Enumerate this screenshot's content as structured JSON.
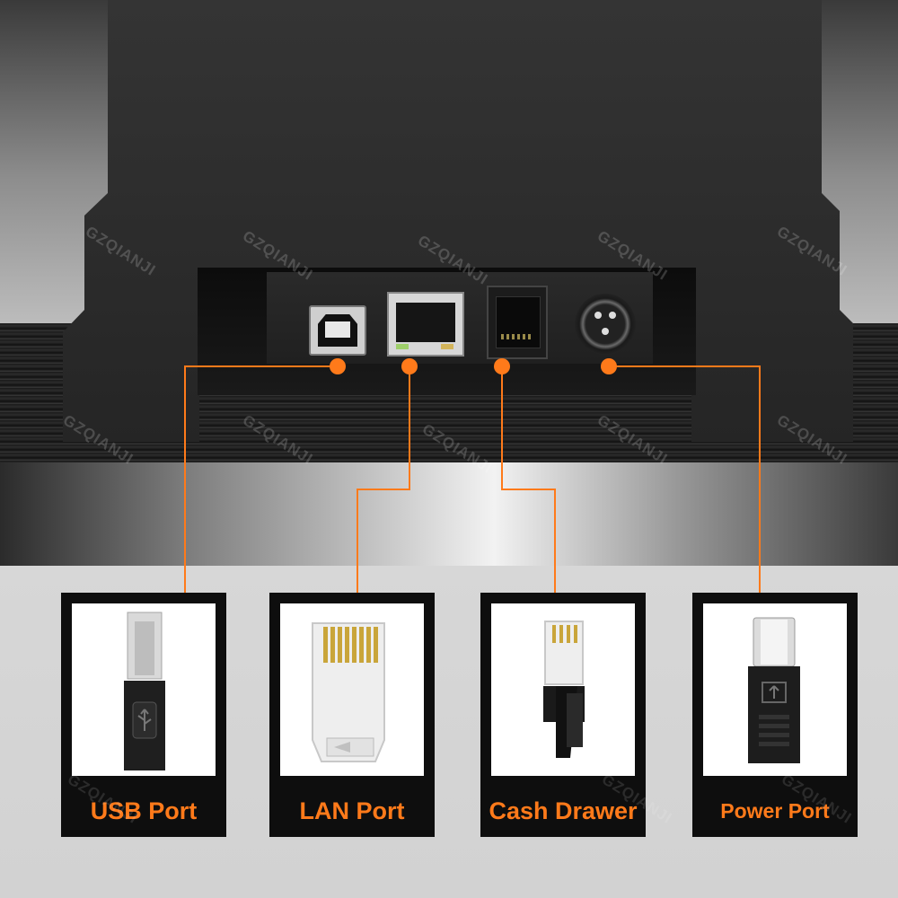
{
  "watermark_text": "GZQIANJI",
  "accent_color": "#ff7a1a",
  "ports": [
    {
      "id": "usb",
      "label": "USB Port",
      "icon": "usb-b-port-icon"
    },
    {
      "id": "lan",
      "label": "LAN Port",
      "icon": "rj45-port-icon"
    },
    {
      "id": "cash",
      "label": "Cash Drawer",
      "icon": "rj11-port-icon"
    },
    {
      "id": "power",
      "label": "Power Port",
      "icon": "din-power-port-icon"
    }
  ]
}
